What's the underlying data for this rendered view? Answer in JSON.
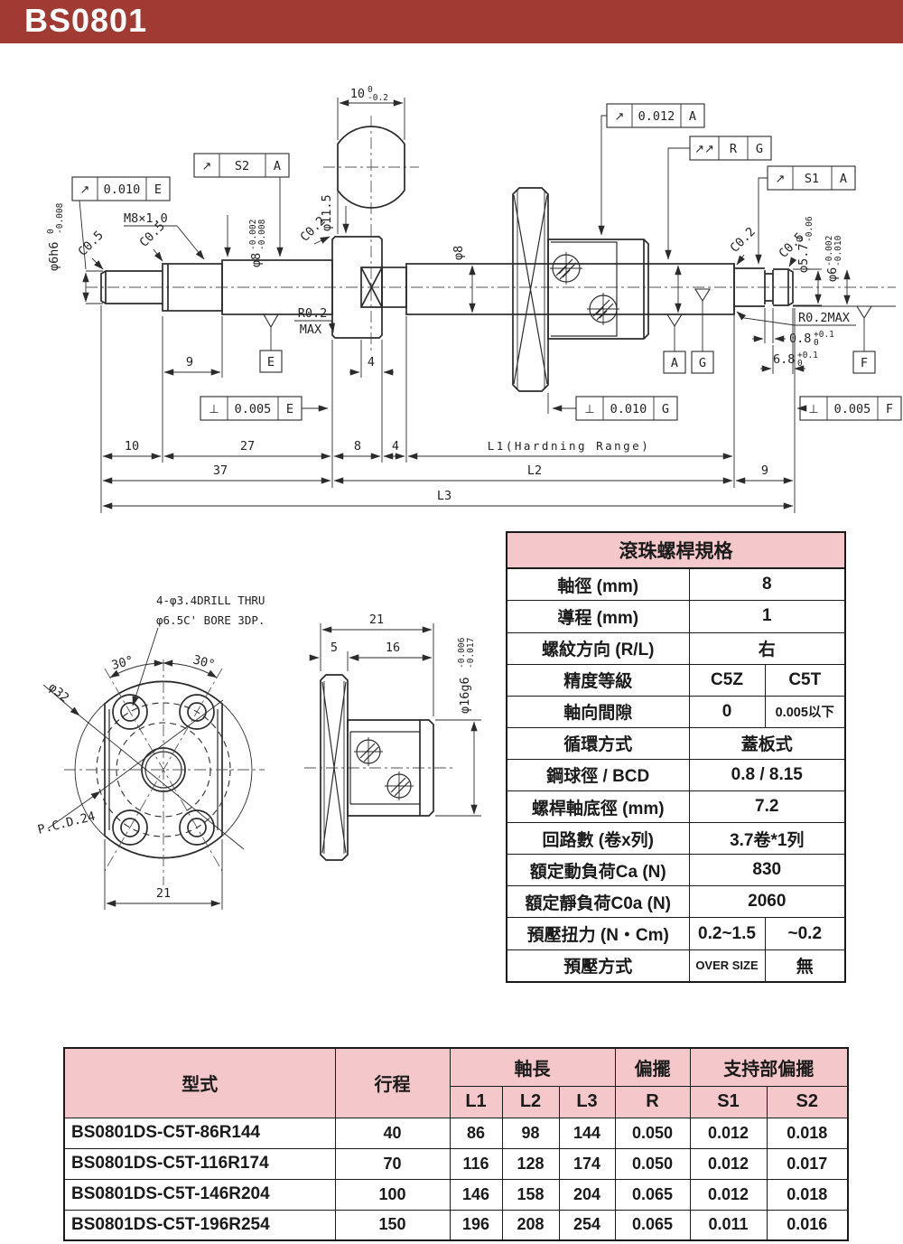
{
  "page": {
    "title": "BS0801"
  },
  "colors": {
    "header_bg": "#A03A32",
    "table_header_pink": "#F4C8CB",
    "line_color": "#2b2b2b"
  },
  "drawing": {
    "flags": {
      "f1": {
        "sym": "↗",
        "val": "0.010",
        "ref": "E"
      },
      "f2": {
        "sym": "↗",
        "val": "S2",
        "ref": "A"
      },
      "f3": {
        "sym": "↗",
        "val": "0.012",
        "ref": "A"
      },
      "f4": {
        "sym": "↗↗",
        "val": "R",
        "ref": "G"
      },
      "f5": {
        "sym": "↗",
        "val": "S1",
        "ref": "A"
      }
    },
    "fcf": {
      "e": {
        "sym": "⊥",
        "val": "0.005",
        "ref": "E"
      },
      "g": {
        "sym": "⊥",
        "val": "0.010",
        "ref": "G"
      },
      "f": {
        "sym": "⊥",
        "val": "0.005",
        "ref": "F"
      }
    },
    "datums": {
      "e": "E",
      "a": "A",
      "g": "G",
      "f": "F"
    },
    "tol": {
      "flat": {
        "m": "10",
        "u": "0",
        "l": "-0.2"
      },
      "d6l": {
        "m": "φ6h6",
        "u": "0",
        "l": "-0.008"
      },
      "d8g": {
        "m": "φ8",
        "u": "-0.002",
        "l": "-0.008"
      },
      "d57": {
        "m": "φ5.7",
        "u": "0",
        "l": "-0.06"
      },
      "d6r": {
        "m": "φ6",
        "u": "-0.002",
        "l": "-0.010"
      },
      "g08": {
        "m": "0.8",
        "u": "+0.1",
        "l": "0"
      },
      "t68": {
        "m": "6.8",
        "u": "+0.1",
        "l": "0"
      }
    },
    "labels": {
      "thread": "M8×1.0",
      "c05a": "C0.5",
      "c05b": "C0.5",
      "c02a": "C0.2",
      "c02b": "C0.2",
      "c05c": "C0.5",
      "d115": "φ11.5",
      "d8": "φ8",
      "r02a": "R0.2",
      "r02b": "MAX",
      "r02c": "R0.2MAX"
    },
    "dims": {
      "n9": "9",
      "n4a": "4",
      "n10": "10",
      "n27": "27",
      "n8": "8",
      "n4b": "4",
      "n37": "37",
      "n9r": "9",
      "l1": "L1(Hardning Range)",
      "l2": "L2",
      "l3": "L3"
    }
  },
  "nut": {
    "note1": "4-φ3.4DRILL THRU",
    "note2": "φ6.5C' BORE 3DP.",
    "a30l": "30°",
    "a30r": "30°",
    "d32": "φ32",
    "pcd": "P.C.D.24",
    "w21": "21",
    "s21": "21",
    "s5": "5",
    "s16": "16",
    "d16": {
      "m": "φ16g6",
      "u": "-0.006",
      "l": "-0.017"
    }
  },
  "spec": {
    "title": "滾珠螺桿規格",
    "rows": [
      {
        "label": "軸徑 (mm)",
        "v1": "8"
      },
      {
        "label": "導程 (mm)",
        "v1": "1"
      },
      {
        "label": "螺紋方向 (R/L)",
        "v1": "右"
      },
      {
        "label": "精度等級",
        "v1": "C5Z",
        "v2": "C5T"
      },
      {
        "label": "軸向間隙",
        "v1": "0",
        "v2": "0.005以下"
      },
      {
        "label": "循環方式",
        "v1": "蓋板式"
      },
      {
        "label": "鋼球徑 / BCD",
        "v1": "0.8 / 8.15"
      },
      {
        "label": "螺桿軸底徑 (mm)",
        "v1": "7.2"
      },
      {
        "label": "回路數 (卷x列)",
        "v1": "3.7卷*1列"
      },
      {
        "label": "額定動負荷Ca  (N)",
        "v1": "830"
      },
      {
        "label": "額定靜負荷C0a  (N)",
        "v1": "2060"
      },
      {
        "label": "預壓扭力  (N・Cm)",
        "v1": "0.2~1.5",
        "v2": "~0.2"
      },
      {
        "label": "預壓方式",
        "v1": "OVER SIZE",
        "v2": "無"
      }
    ]
  },
  "models": {
    "h_model": "型式",
    "h_stroke": "行程",
    "h_len": "軸長",
    "h_run": "偏擺",
    "h_sup": "支持部偏擺",
    "sub": [
      "L1",
      "L2",
      "L3",
      "R",
      "S1",
      "S2"
    ],
    "rows": [
      [
        "BS0801DS-C5T-86R144",
        "40",
        "86",
        "98",
        "144",
        "0.050",
        "0.012",
        "0.018"
      ],
      [
        "BS0801DS-C5T-116R174",
        "70",
        "116",
        "128",
        "174",
        "0.050",
        "0.012",
        "0.017"
      ],
      [
        "BS0801DS-C5T-146R204",
        "100",
        "146",
        "158",
        "204",
        "0.065",
        "0.012",
        "0.018"
      ],
      [
        "BS0801DS-C5T-196R254",
        "150",
        "196",
        "208",
        "254",
        "0.065",
        "0.011",
        "0.016"
      ]
    ]
  }
}
